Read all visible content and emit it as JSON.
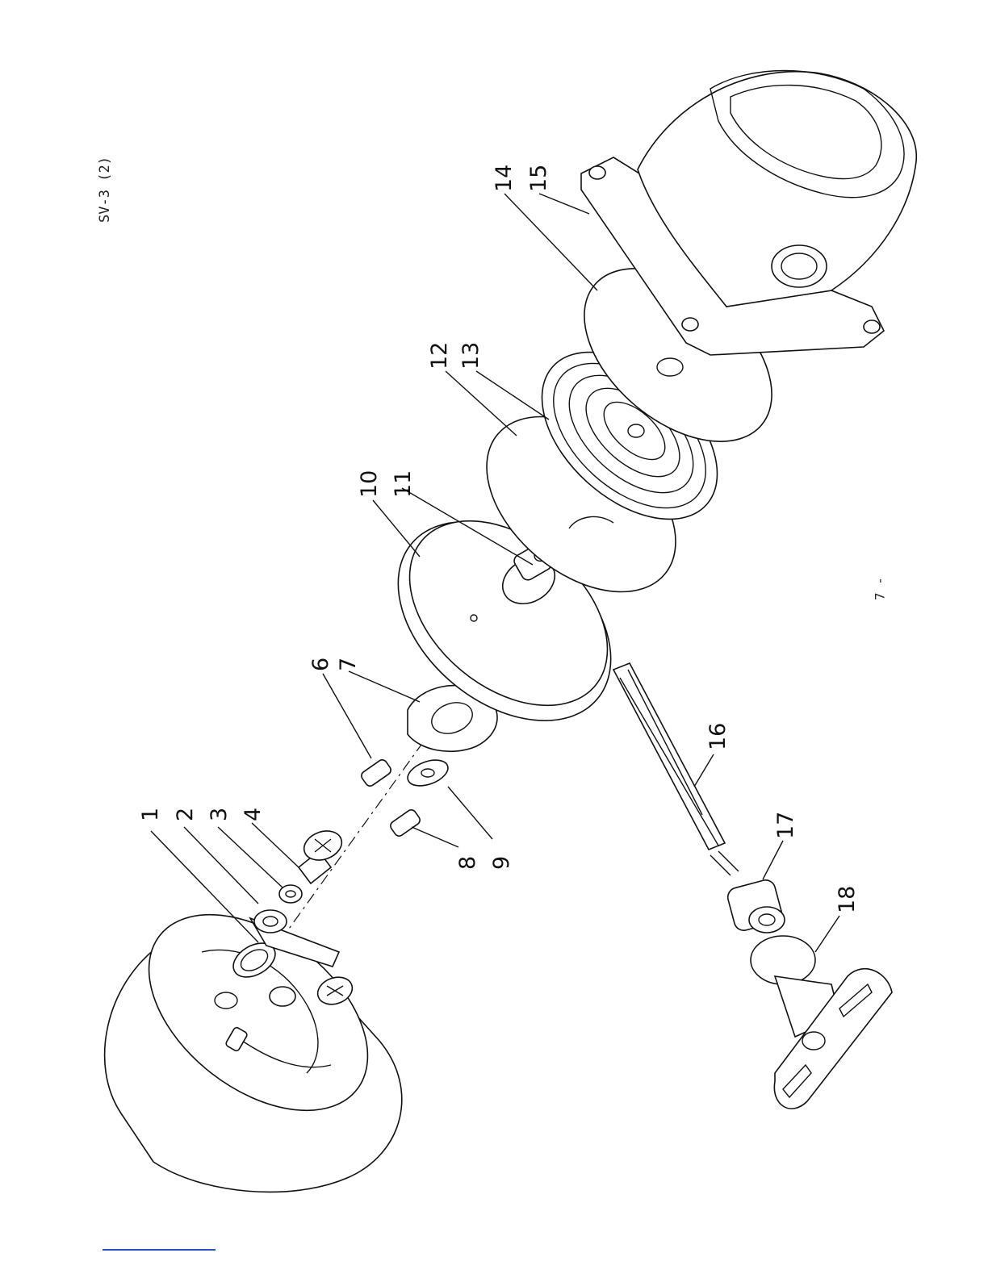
{
  "header": {
    "doc_code": "SV-3 (2)"
  },
  "footer": {
    "page_number": "7 -"
  },
  "callouts": [
    "1",
    "2",
    "3",
    "4",
    "6",
    "7",
    "8",
    "9",
    "10",
    "11",
    "12",
    "13",
    "14",
    "15",
    "16",
    "17",
    "18"
  ],
  "colors": {
    "ink": "#111111",
    "paper": "#ffffff",
    "link_rule": "#2b4fc7"
  }
}
